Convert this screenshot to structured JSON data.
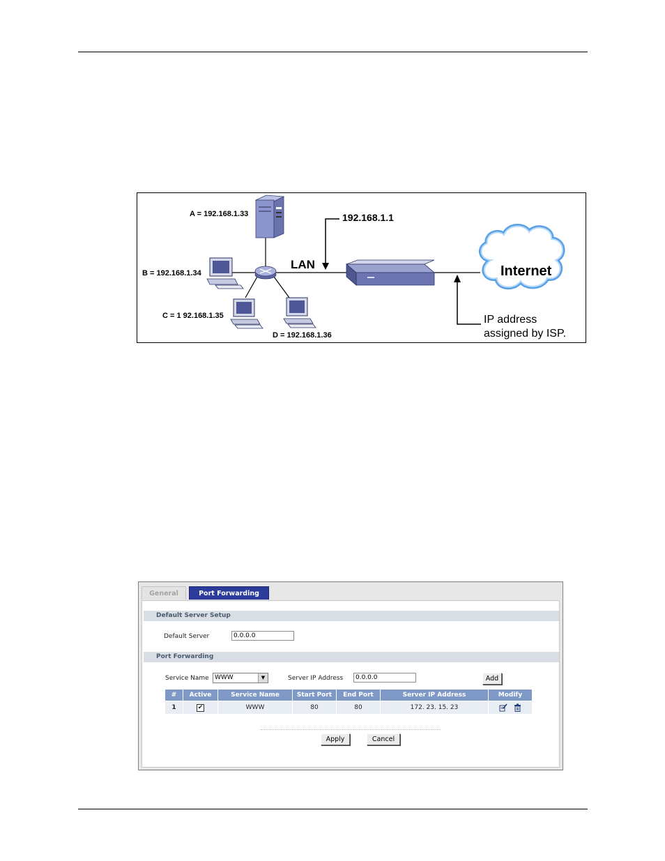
{
  "diagram": {
    "server_a": "A = 192.168.1.33",
    "pc_b": "B = 192.168.1.34",
    "pc_c": "C  = 1 92.168.1.35",
    "pc_d": "D = 192.168.1.36",
    "gateway_ip": "192.168.1.1",
    "lan": "LAN",
    "internet": "Internet",
    "isp_line1": "IP address",
    "isp_line2": "assigned by ISP."
  },
  "panel": {
    "tabs": {
      "general": "General",
      "port_forwarding": "Port Forwarding"
    },
    "default_server_section": "Default Server Setup",
    "default_server_label": "Default Server",
    "default_server_value": "0.0.0.0",
    "port_forwarding_section": "Port Forwarding",
    "service_name_label": "Service Name",
    "service_name_value": "WWW",
    "server_ip_label": "Server IP Address",
    "server_ip_value": "0.0.0.0",
    "add_button": "Add",
    "table": {
      "headers": [
        "#",
        "Active",
        "Service Name",
        "Start Port",
        "End Port",
        "Server IP Address",
        "Modify"
      ],
      "rows": [
        {
          "num": "1",
          "active": true,
          "service": "WWW",
          "start": "80",
          "end": "80",
          "ip": "172. 23. 15. 23"
        }
      ]
    },
    "apply_button": "Apply",
    "cancel_button": "Cancel"
  },
  "icons": [
    "server-icon",
    "pc-icon",
    "hub-icon",
    "router-icon",
    "cloud-icon",
    "edit-icon",
    "trash-icon",
    "dropdown-arrow-icon",
    "checkbox-checked-icon"
  ]
}
